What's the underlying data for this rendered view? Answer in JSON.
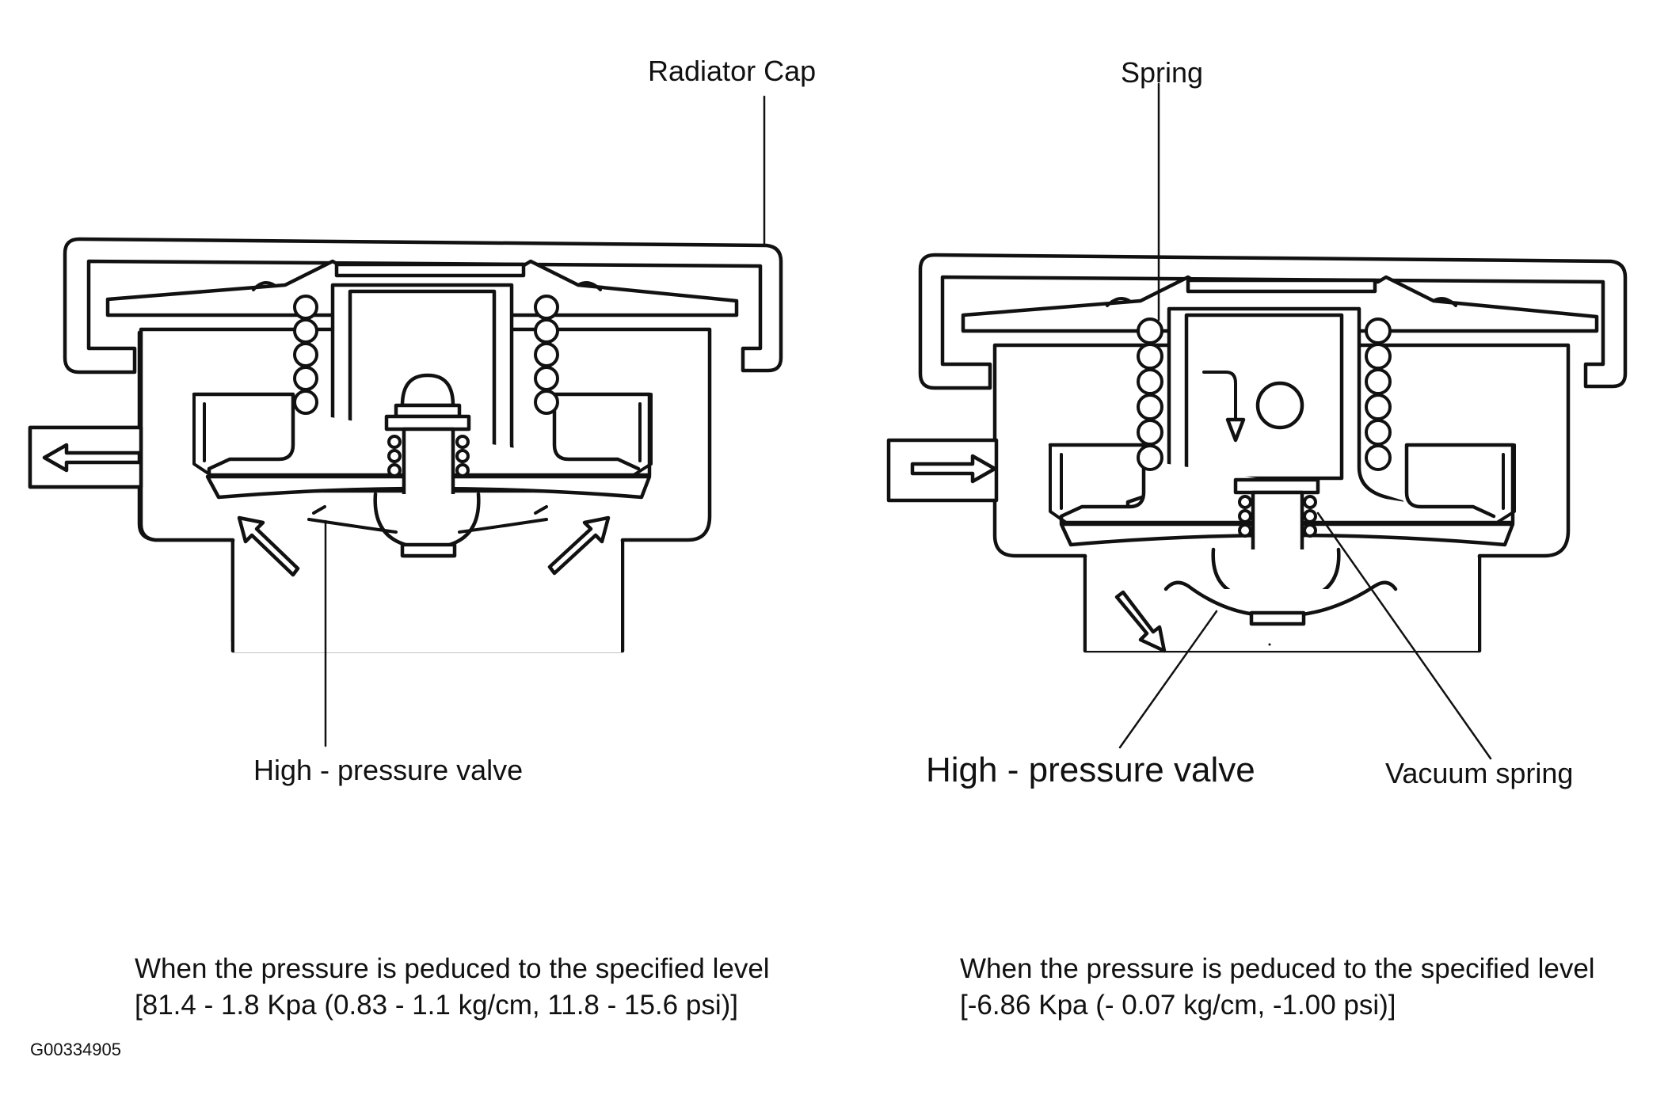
{
  "left_panel": {
    "callouts": {
      "radiator_cap": "Radiator Cap",
      "high_pressure_valve": "High -  pressure valve"
    },
    "caption": {
      "line1": "When the pressure is peduced to the specified level",
      "line2": "[81.4 - 1.8 Kpa (0.83 - 1.1 kg/cm, 11.8 - 15.6 psi)]"
    }
  },
  "right_panel": {
    "callouts": {
      "spring": "Spring",
      "high_pressure_valve": "High -  pressure valve",
      "vacuum_spring": "Vacuum spring"
    },
    "caption": {
      "line1": "When the pressure is peduced to the specified level",
      "line2": "[-6.86 Kpa (- 0.07 kg/cm, -1.00 psi)]"
    }
  },
  "figure_id": "G00334905"
}
